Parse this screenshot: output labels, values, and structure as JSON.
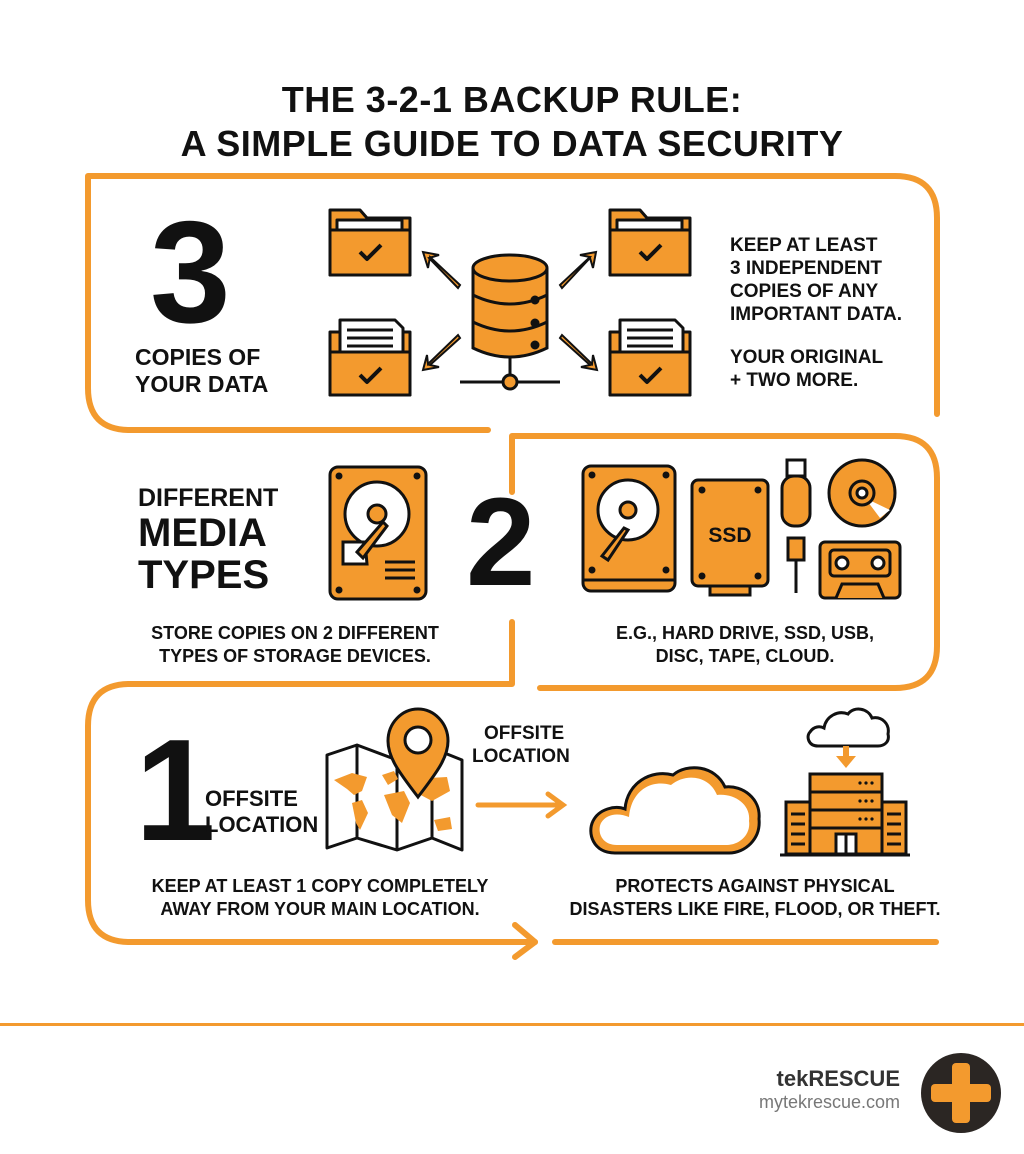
{
  "header": {
    "title_line1": "THE 3-2-1 BACKUP RULE:",
    "title_line2": "A SIMPLE GUIDE TO DATA SECURITY"
  },
  "colors": {
    "accent": "#f39a2e",
    "text": "#111111",
    "logo_dark": "#2b2623"
  },
  "sections": {
    "three": {
      "number": "3",
      "label_line1": "COPIES OF",
      "label_line2": "YOUR DATA",
      "desc_line1": "KEEP AT LEAST",
      "desc_line2": "3 INDEPENDENT",
      "desc_line3": "COPIES OF ANY",
      "desc_line4": "IMPORTANT DATA.",
      "note_line1": "YOUR ORIGINAL",
      "note_line2": "+ TWO MORE.",
      "icons": [
        "folder-check-icon",
        "database-icon",
        "arrow-icon",
        "network-icon"
      ]
    },
    "two": {
      "number": "2",
      "label_line1": "DIFFERENT",
      "label_line2": "MEDIA",
      "label_line3": "TYPES",
      "desc_line1": "STORE COPIES ON 2 DIFFERENT",
      "desc_line2": "TYPES OF STORAGE DEVICES.",
      "examples_line1": "E.G., HARD DRIVE, SSD, USB,",
      "examples_line2": "DISC, TAPE, CLOUD.",
      "ssd_label": "SSD",
      "icons": [
        "hard-drive-icon",
        "ssd-icon",
        "usb-drive-icon",
        "usb-cable-icon",
        "disc-icon",
        "cassette-tape-icon"
      ]
    },
    "one": {
      "number": "1",
      "label_line1": "OFFSITE",
      "label_line2": "LOCATION",
      "map_label_line1": "OFFSITE",
      "map_label_line2": "LOCATION",
      "desc_line1": "KEEP AT LEAST 1 COPY COMPLETELY",
      "desc_line2": "AWAY FROM YOUR MAIN LOCATION.",
      "protect_line1": "PROTECTS AGAINST PHYSICAL",
      "protect_line2": "DISASTERS LIKE FIRE, FLOOD, OR THEFT.",
      "icons": [
        "map-pin-icon",
        "world-map-icon",
        "arrow-right-icon",
        "cloud-icon",
        "data-center-icon"
      ]
    }
  },
  "footer": {
    "brand": "tekRESCUE",
    "url": "mytekrescue.com"
  }
}
